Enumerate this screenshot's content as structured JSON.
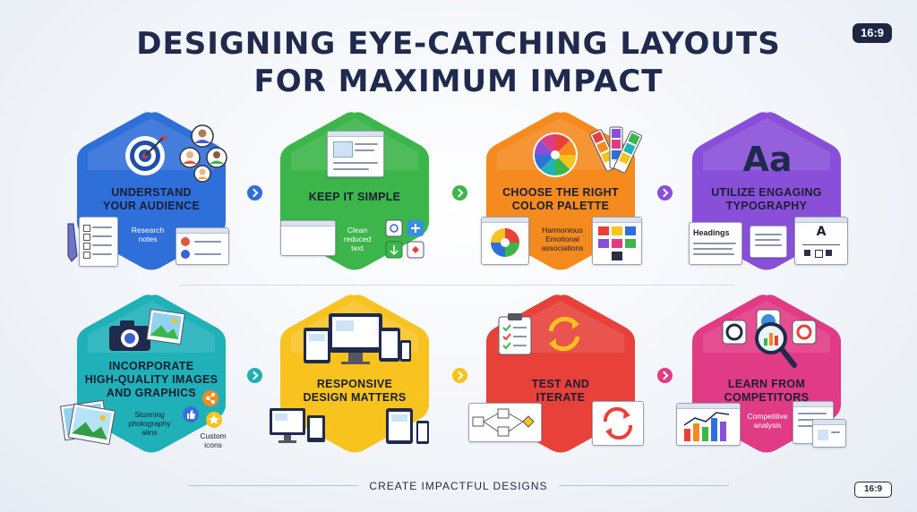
{
  "title": {
    "line1": "DESIGNING EYE-CATCHING LAYOUTS",
    "line2": "FOR MAXIMUM IMPACT"
  },
  "aspect_badge": "16:9",
  "footer": {
    "text": "CREATE IMPACTFUL DESIGNS",
    "badge": "16:9"
  },
  "colors": {
    "blue": "#2f6fd9",
    "green": "#3cb54a",
    "orange": "#f58a1f",
    "purple": "#8a4fd8",
    "teal": "#1fb0b8",
    "yellow": "#f8c21f",
    "red": "#e8413a",
    "pink": "#e23b86"
  },
  "steps": [
    {
      "label1": "UNDERSTAND",
      "label2": "YOUR AUDIENCE",
      "note1": "Research",
      "note2": "notes",
      "icons": [
        "target-icon",
        "audience-avatars-icon",
        "checklist-icon",
        "pencil-icon",
        "profile-card-icon"
      ]
    },
    {
      "label1": "KEEP IT SIMPLE",
      "label2": "",
      "note1": "Clean",
      "note2": "reduced",
      "note3": "text",
      "icons": [
        "browser-window-icon",
        "empty-window-icon",
        "tool-icons"
      ]
    },
    {
      "label1": "CHOOSE THE RIGHT",
      "label2": "COLOR PALETTE",
      "note1": "Harmonious",
      "note2": "Emotional",
      "note3": "associations",
      "icons": [
        "color-wheel-icon",
        "swatches-icon",
        "color-grid-icon"
      ]
    },
    {
      "label1": "UTILIZE ENGAGING",
      "label2": "TYPOGRAPHY",
      "glyph": "Aa",
      "headings": "Headings",
      "letter": "A",
      "icons": [
        "typography-icon",
        "headings-card-icon",
        "text-block-icon",
        "type-scale-icon"
      ]
    },
    {
      "label1": "INCORPORATE",
      "label2": "HIGH-QUALITY IMAGES",
      "label3": "AND GRAPHICS",
      "note1": "Stunning",
      "note2": "photography",
      "note3": "alins",
      "note4": "Custom",
      "note5": "icons",
      "icons": [
        "camera-icon",
        "landscape-photo-icon",
        "like-icon",
        "share-icon",
        "star-icon"
      ]
    },
    {
      "label1": "RESPONSIVE",
      "label2": "DESIGN MATTERS",
      "icons": [
        "devices-icon",
        "monitor-icon",
        "tablet-icon",
        "phone-icon"
      ]
    },
    {
      "label1": "TEST AND",
      "label2": "ITERATE",
      "icons": [
        "clipboard-checklist-icon",
        "refresh-cycle-icon",
        "flowchart-icon"
      ]
    },
    {
      "label1": "LEARN FROM",
      "label2": "COMPETITORS",
      "note1": "Competitive",
      "note2": "analysis",
      "icons": [
        "competitor-logos-icon",
        "magnifier-icon",
        "bar-chart-icon"
      ]
    }
  ]
}
